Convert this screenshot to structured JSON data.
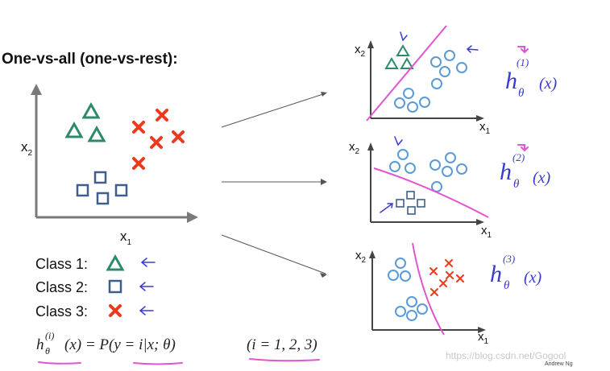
{
  "title": "One-vs-all (one-vs-rest):",
  "main_plot": {
    "x_label": "x",
    "x_sub": "1",
    "y_label": "x",
    "y_sub": "2"
  },
  "legend": [
    {
      "label": "Class 1:",
      "marker": "triangle",
      "color": "#2e8b6a"
    },
    {
      "label": "Class 2:",
      "marker": "square",
      "color": "#3e5f8a"
    },
    {
      "label": "Class 3:",
      "marker": "cross",
      "color": "#ee3a1c"
    }
  ],
  "formula": {
    "h": "h",
    "sup": "(i)",
    "sub": "θ",
    "rest": "(x) = P(y = i|x; θ)",
    "range": "(i = 1, 2, 3)"
  },
  "small_plots": [
    {
      "x_label": "x",
      "x_sub": "1",
      "y_label": "x",
      "y_sub": "2",
      "hypothesis": "h",
      "hyp_sup": "(1)",
      "hyp_sub": "θ",
      "hyp_arg": "(x)"
    },
    {
      "x_label": "x",
      "x_sub": "1",
      "y_label": "x",
      "y_sub": "2",
      "hypothesis": "h",
      "hyp_sup": "(2)",
      "hyp_sub": "θ",
      "hyp_arg": "(x)"
    },
    {
      "x_label": "x",
      "x_sub": "1",
      "y_label": "x",
      "y_sub": "2",
      "hypothesis": "h",
      "hyp_sup": "(3)",
      "hyp_sub": "θ",
      "hyp_arg": "(x)"
    }
  ],
  "credit": "Andrew Ng",
  "watermark": "https://blog.csdn.net/Gogool",
  "colors": {
    "class1": "#2e8b6a",
    "class2": "#3e5f8a",
    "class3": "#ee3a1c",
    "rest_points": "#5b9bd5",
    "boundary": "#e055d0",
    "handwriting": "#3a3ad0"
  }
}
